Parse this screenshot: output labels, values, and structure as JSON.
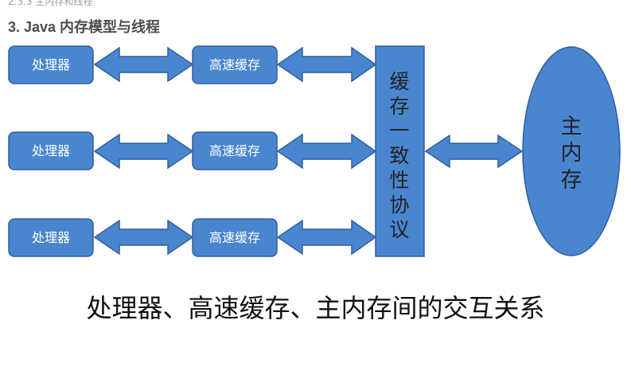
{
  "header": {
    "breadcrumb": "2.3.3 主内存和线程",
    "section_title": "3. Java 内存模型与线程"
  },
  "diagram": {
    "rows": [
      {
        "processor": "处理器",
        "cache": "高速缓存"
      },
      {
        "processor": "处理器",
        "cache": "高速缓存"
      },
      {
        "processor": "处理器",
        "cache": "高速缓存"
      }
    ],
    "coherence_chars": [
      "缓",
      "存",
      "一",
      "致",
      "性",
      "协",
      "议"
    ],
    "memory_chars": [
      "主",
      "内",
      "存"
    ],
    "caption": "处理器、高速缓存、主内存间的交互关系",
    "colors": {
      "fill": "#4a86d0",
      "stroke": "#2f5f99",
      "text": "#ffffff"
    }
  }
}
